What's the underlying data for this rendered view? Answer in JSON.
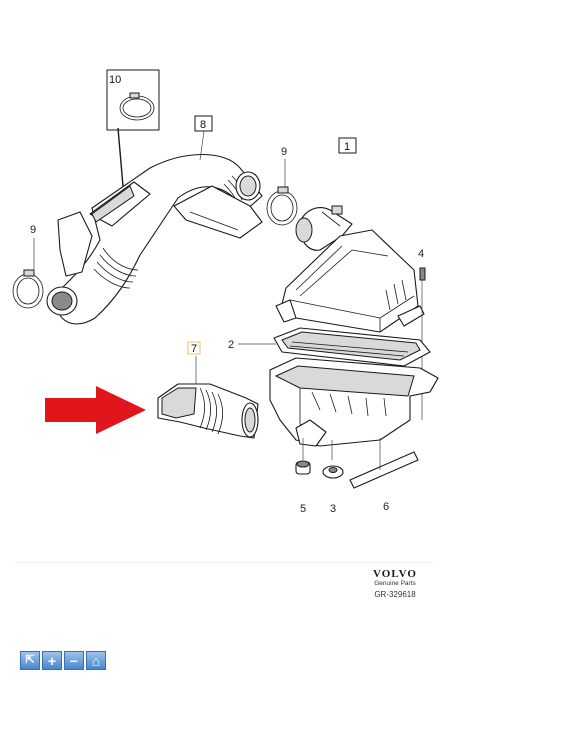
{
  "callouts": {
    "c1": "1",
    "c2": "2",
    "c3": "3",
    "c4": "4",
    "c5": "5",
    "c6": "6",
    "c7": "7",
    "c8": "8",
    "c9a": "9",
    "c9b": "9",
    "c10": "10"
  },
  "footer": {
    "brand": "VOLVO",
    "subtitle": "Genuine Parts",
    "reference": "GR-329618"
  },
  "toolbar": {
    "buttons": [
      {
        "icon": "cursor-icon",
        "glyph": "⇱"
      },
      {
        "icon": "zoom-in-icon",
        "glyph": "+"
      },
      {
        "icon": "zoom-out-icon",
        "glyph": "−"
      },
      {
        "icon": "home-icon",
        "glyph": "⌂"
      }
    ]
  },
  "colors": {
    "highlight_arrow": "#e0161c",
    "callout_7_box": "#e8c36a",
    "toolbar_button": "#4a86cc"
  }
}
